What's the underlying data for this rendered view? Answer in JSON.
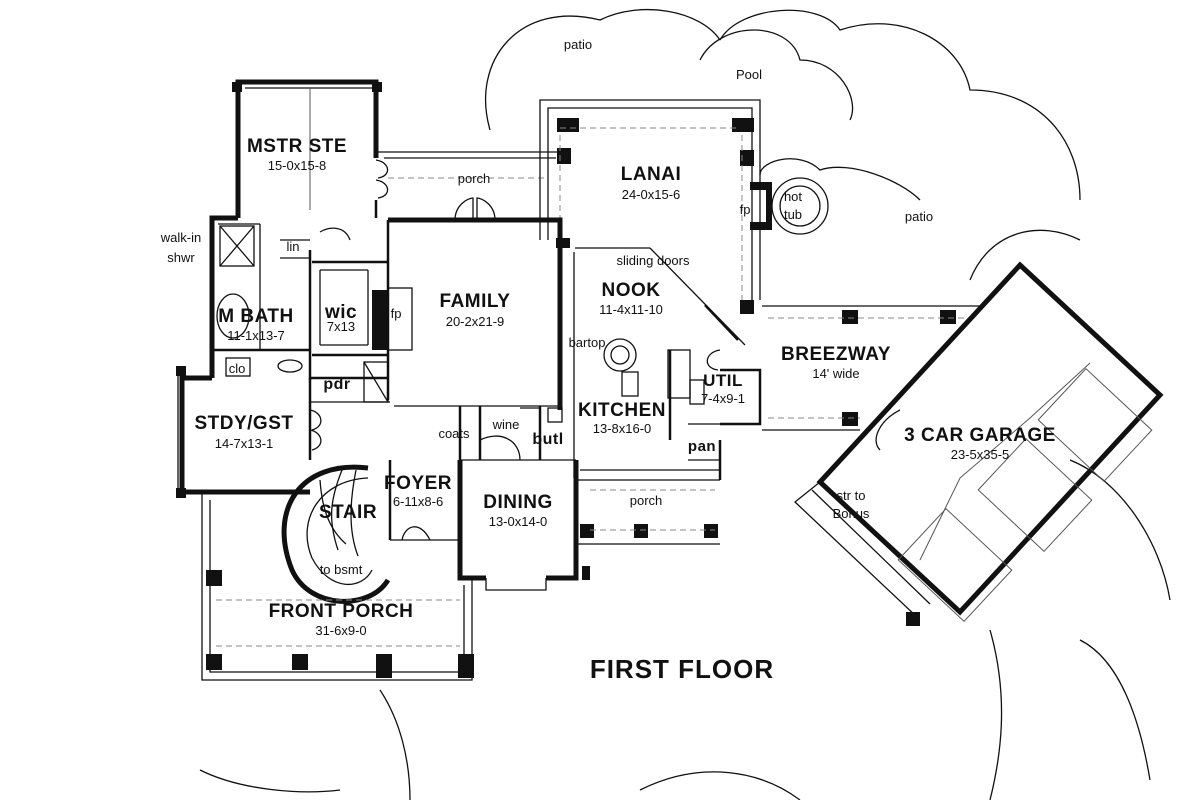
{
  "plan_title": "FIRST FLOOR",
  "rooms": {
    "master_suite": {
      "name": "MSTR STE",
      "dim": "15-0x15-8"
    },
    "lanai": {
      "name": "LANAI",
      "dim": "24-0x15-6"
    },
    "family": {
      "name": "FAMILY",
      "dim": "20-2x21-9"
    },
    "nook": {
      "name": "NOOK",
      "dim": "11-4x11-10"
    },
    "master_bath": {
      "name": "M BATH",
      "dim": "11-1x13-7"
    },
    "wic": {
      "name": "wic",
      "dim": "7x13"
    },
    "breezeway": {
      "name": "BREEZWAY",
      "dim": "14' wide"
    },
    "util": {
      "name": "UTIL",
      "dim": "7-4x9-1"
    },
    "kitchen": {
      "name": "KITCHEN",
      "dim": "13-8x16-0"
    },
    "study": {
      "name": "STDY/GST",
      "dim": "14-7x13-1"
    },
    "garage": {
      "name": "3 CAR GARAGE",
      "dim": "23-5x35-5"
    },
    "foyer": {
      "name": "FOYER",
      "dim": "6-11x8-6"
    },
    "dining": {
      "name": "DINING",
      "dim": "13-0x14-0"
    },
    "stair": {
      "name": "STAIR"
    },
    "front_porch": {
      "name": "FRONT PORCH",
      "dim": "31-6x9-0"
    }
  },
  "labels": {
    "patio_top": "patio",
    "pool": "Pool",
    "patio_right": "patio",
    "porch_top": "porch",
    "porch_bottom": "porch",
    "hot_tub_1": "hot",
    "hot_tub_2": "tub",
    "fp_lanai": "fp",
    "fp_family": "fp",
    "walk_in_1": "walk-in",
    "walk_in_2": "shwr",
    "lin": "lin",
    "sliding_doors": "sliding doors",
    "bartop": "bartop",
    "clo": "clo",
    "pdr": "pdr",
    "coats": "coats",
    "wine": "wine",
    "butl": "butl",
    "pan": "pan",
    "str_to_1": "str to",
    "str_to_2": "Bonus",
    "to_bsmt": "to bsmt"
  }
}
